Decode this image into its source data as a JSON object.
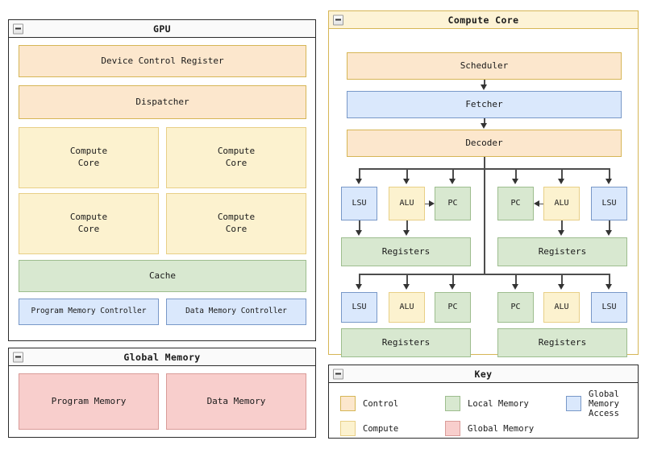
{
  "panels": {
    "gpu": {
      "title": "GPU",
      "collapse_icon": "minus-box-icon",
      "blocks": {
        "device_control_register": "Device Control Register",
        "dispatcher": "Dispatcher",
        "compute_core": "Compute\nCore",
        "cache": "Cache",
        "program_memory_controller": "Program Memory Controller",
        "data_memory_controller": "Data Memory Controller"
      },
      "compute_core_count": 4
    },
    "compute_core": {
      "title": "Compute Core",
      "collapse_icon": "minus-box-icon",
      "blocks": {
        "scheduler": "Scheduler",
        "fetcher": "Fetcher",
        "decoder": "Decoder",
        "lsu": "LSU",
        "alu": "ALU",
        "pc": "PC",
        "registers": "Registers"
      }
    },
    "global_memory": {
      "title": "Global Memory",
      "collapse_icon": "minus-box-icon",
      "blocks": {
        "program_memory": "Program Memory",
        "data_memory": "Data Memory"
      }
    },
    "key": {
      "title": "Key",
      "collapse_icon": "minus-box-icon",
      "items": [
        {
          "label": "Control",
          "color": "#fce7cd",
          "border": "#d6b656"
        },
        {
          "label": "Local Memory",
          "color": "#d8e8d0",
          "border": "#9dbd8e"
        },
        {
          "label": "Global Memory Access",
          "color": "#dae8fc",
          "border": "#7898c8"
        },
        {
          "label": "Compute",
          "color": "#fcf2cf",
          "border": "#e8cf86"
        },
        {
          "label": "Global Memory",
          "color": "#f8cecc",
          "border": "#d99b98"
        }
      ]
    }
  },
  "colors": {
    "control": "#fce7cd",
    "compute": "#fcf2cf",
    "local_memory": "#d8e8d0",
    "global_memory_access": "#dae8fc",
    "global_memory": "#f8cecc",
    "wire": "#4d4d4d",
    "panel_border": "#2b2b2b",
    "soft_panel_border": "#d6b656"
  }
}
